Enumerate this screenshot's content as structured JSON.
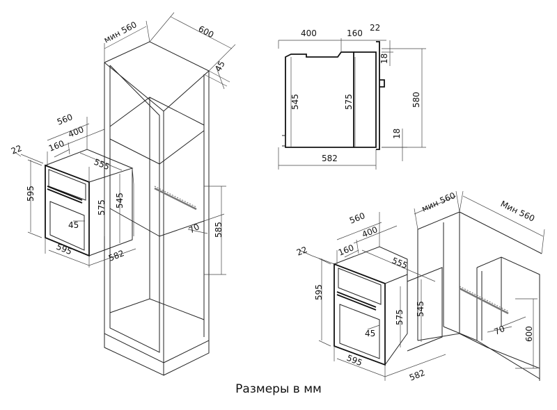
{
  "caption": "Размеры в мм",
  "column_cabinet": {
    "depth_min": "мин 560",
    "width": "600",
    "panel": "45",
    "gap": "70",
    "niche_height": "585"
  },
  "column_oven": {
    "d_total": "560",
    "d_body": "400",
    "d_front": "160",
    "front": "22",
    "height": "595",
    "inner_width": "555",
    "body_height_a": "575",
    "body_height_b": "545",
    "handle": "45",
    "width": "595",
    "body_width": "582"
  },
  "side_view": {
    "d_body": "400",
    "d_front": "160",
    "front": "22",
    "h_body": "545",
    "h_inner": "575",
    "h_total": "580",
    "top_gap": "18",
    "bottom_gap": "18",
    "width": "582"
  },
  "undercounter_oven": {
    "d_total": "560",
    "d_body": "400",
    "d_front": "160",
    "front": "22",
    "height": "595",
    "inner_width": "555",
    "body_height_a": "575",
    "body_height_b": "545",
    "handle": "45",
    "width": "595",
    "body_width": "582"
  },
  "undercounter_cabinet": {
    "depth_min": "мин 560",
    "width_min": "Мин 560",
    "gap": "70",
    "niche_height": "600"
  }
}
